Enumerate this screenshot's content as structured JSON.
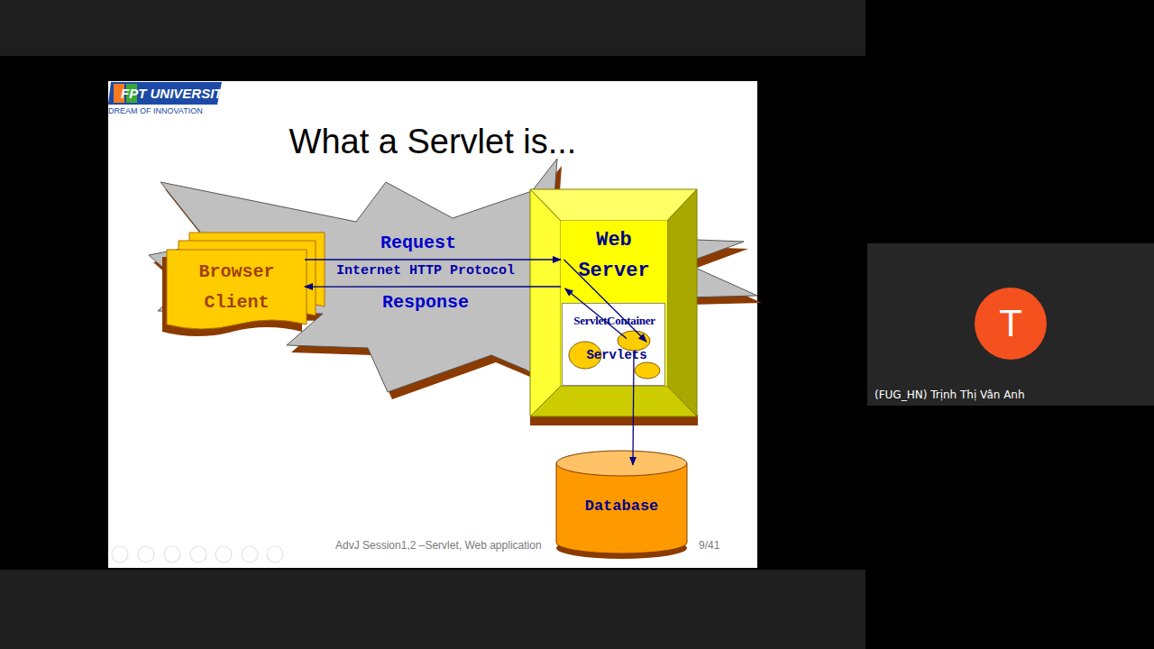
{
  "diagram": {
    "title": "What a Servlet is...",
    "nodes": [
      {
        "text": [
          "Browser Client"
        ]
      },
      {
        "text": [
          "Web Server"
        ]
      },
      {
        "text": [
          "ServletContainer"
        ],
        "in": 1
      },
      {
        "text": [
          "Servlets"
        ],
        "in": 2
      },
      {
        "text": [
          "Database"
        ]
      },
      {
        "text": [
          "(FUG_HN) Trịnh Thị Vân Anh"
        ]
      },
      {
        "text": [
          "T"
        ],
        "in": 5
      }
    ],
    "edges": [
      {
        "from": 0,
        "to": 1,
        "label": "Request",
        "arrow": "to"
      },
      {
        "from": 1,
        "to": 0,
        "label": "Response",
        "arrow": "to"
      },
      {
        "from": 1,
        "to": 3,
        "arrow": "to"
      },
      {
        "from": 3,
        "to": 1,
        "arrow": "to"
      },
      {
        "from": 3,
        "to": 4,
        "arrow": "to"
      }
    ],
    "labels": [
      "FPT UNIVERSITY",
      "DREAM OF INNOVATION",
      "Internet HTTP Protocol",
      "AdvJ Session1,2 –Servlet, Web application",
      "9/41"
    ]
  }
}
